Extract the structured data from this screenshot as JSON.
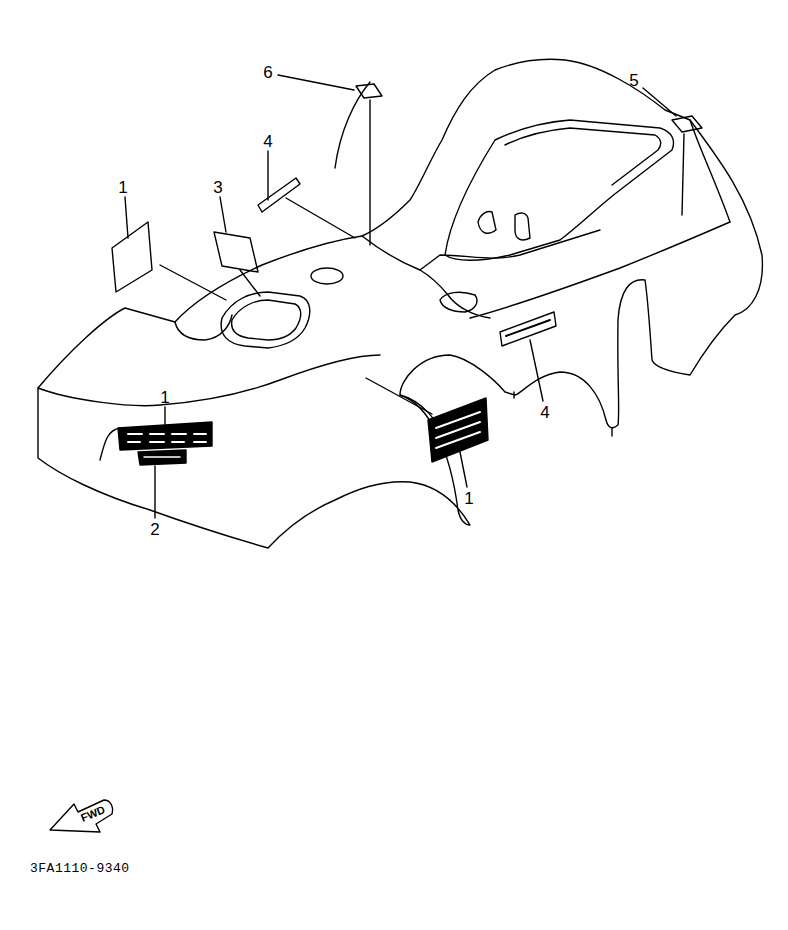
{
  "diagram": {
    "labels": [
      "6",
      "5",
      "4",
      "1",
      "3",
      "1",
      "2",
      "1",
      "4",
      "FWD",
      "3FA1110-9340"
    ]
  }
}
